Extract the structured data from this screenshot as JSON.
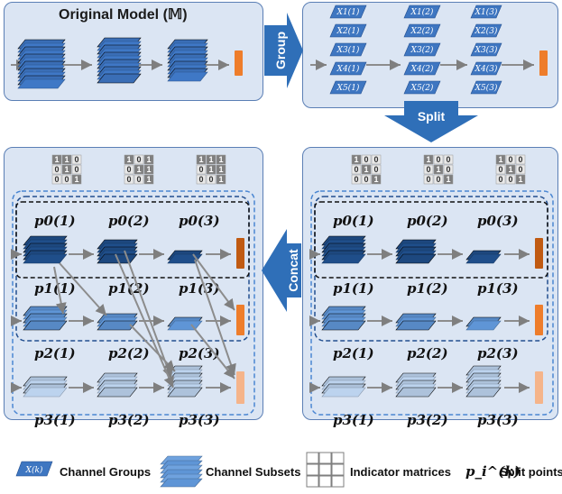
{
  "panels": {
    "original": {
      "title": "Original Model (𝕄)"
    },
    "grouped": {},
    "split": {},
    "concat": {}
  },
  "arrows": {
    "group": "Group",
    "split": "Split",
    "concat": "Concat"
  },
  "group_labels": {
    "col1": [
      "X1(1)",
      "X2(1)",
      "X3(1)",
      "X4(1)",
      "X5(1)"
    ],
    "col2": [
      "X1(2)",
      "X2(2)",
      "X3(2)",
      "X4(2)",
      "X5(2)"
    ],
    "col3": [
      "X1(3)",
      "X2(3)",
      "X3(3)",
      "X4(3)",
      "X5(3)"
    ]
  },
  "matrices": {
    "concat": [
      [
        [
          "1",
          "1",
          "0"
        ],
        [
          "0",
          "1",
          "0"
        ],
        [
          "0",
          "0",
          "1"
        ]
      ],
      [
        [
          "1",
          "0",
          "1"
        ],
        [
          "0",
          "1",
          "1"
        ],
        [
          "0",
          "0",
          "1"
        ]
      ],
      [
        [
          "1",
          "1",
          "1"
        ],
        [
          "0",
          "1",
          "1"
        ],
        [
          "0",
          "0",
          "1"
        ]
      ]
    ],
    "split": [
      [
        [
          "1",
          "0",
          "0"
        ],
        [
          "0",
          "1",
          "0"
        ],
        [
          "0",
          "0",
          "1"
        ]
      ],
      [
        [
          "1",
          "0",
          "0"
        ],
        [
          "0",
          "1",
          "0"
        ],
        [
          "0",
          "0",
          "1"
        ]
      ],
      [
        [
          "1",
          "0",
          "0"
        ],
        [
          "0",
          "1",
          "0"
        ],
        [
          "0",
          "0",
          "1"
        ]
      ]
    ]
  },
  "split_points": {
    "rows": [
      [
        "p0(1)",
        "p0(2)",
        "p0(3)"
      ],
      [
        "p1(1)",
        "p1(2)",
        "p1(3)"
      ],
      [
        "p2(1)",
        "p2(2)",
        "p2(3)"
      ],
      [
        "p3(1)",
        "p3(2)",
        "p3(3)"
      ]
    ]
  },
  "legend": {
    "glyph_label": "X(k)",
    "channel_groups": "Channel Groups",
    "channel_subsets": "Channel Subsets",
    "indicator_matrices": "Indicator matrices",
    "split_points_symbol": "p_i^(k)",
    "split_points": "Split points"
  },
  "colors": {
    "panel_bg": "#dbe5f3",
    "panel_border": "#5b7fb5",
    "arrow": "#2f6fb8",
    "dark_stack": "#1f4e8a",
    "mid_stack": "#5f95d6",
    "light_stack": "#bcd3ee",
    "orange": "#ee7d2b",
    "dark_orange": "#c05a12",
    "light_orange": "#f5b48a"
  }
}
